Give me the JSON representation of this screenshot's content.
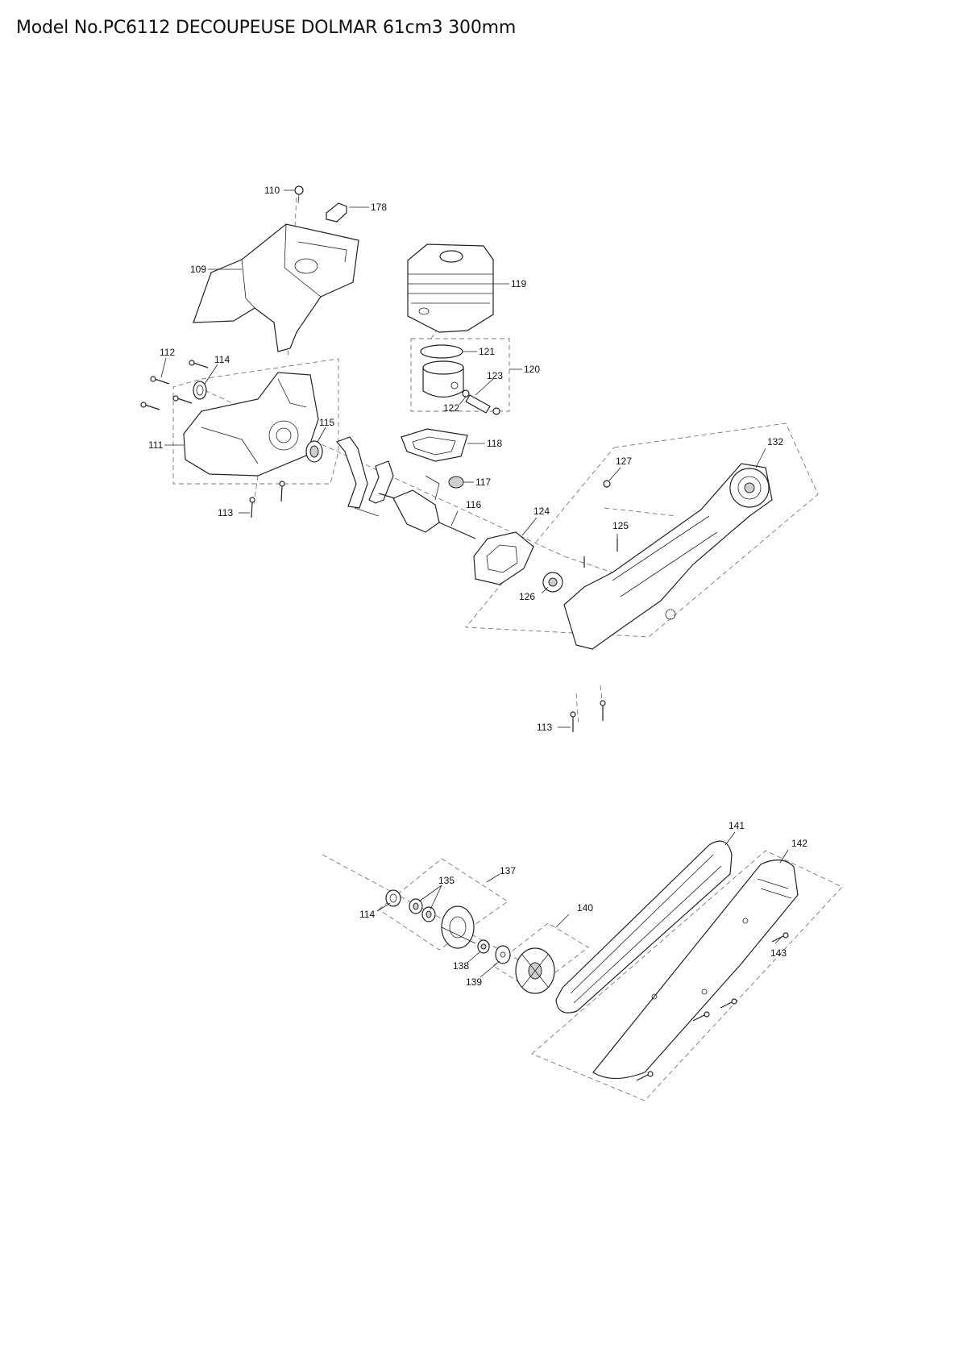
{
  "title": "Model No.PC6112 DECOUPEUSE DOLMAR 61cm3 300mm",
  "callouts": {
    "c110": "110",
    "c178": "178",
    "c109": "109",
    "c119": "119",
    "c121": "121",
    "c120": "120",
    "c123": "123",
    "c122": "122",
    "c112": "112",
    "c114a": "114",
    "c111": "111",
    "c115": "115",
    "c118": "118",
    "c117": "117",
    "c116": "116",
    "c113a": "113",
    "c124": "124",
    "c127": "127",
    "c132": "132",
    "c125": "125",
    "c126": "126",
    "c113b": "113",
    "c141": "141",
    "c142": "142",
    "c137": "137",
    "c135": "135",
    "c114b": "114",
    "c140": "140",
    "c138": "138",
    "c139": "139",
    "c143": "143"
  }
}
